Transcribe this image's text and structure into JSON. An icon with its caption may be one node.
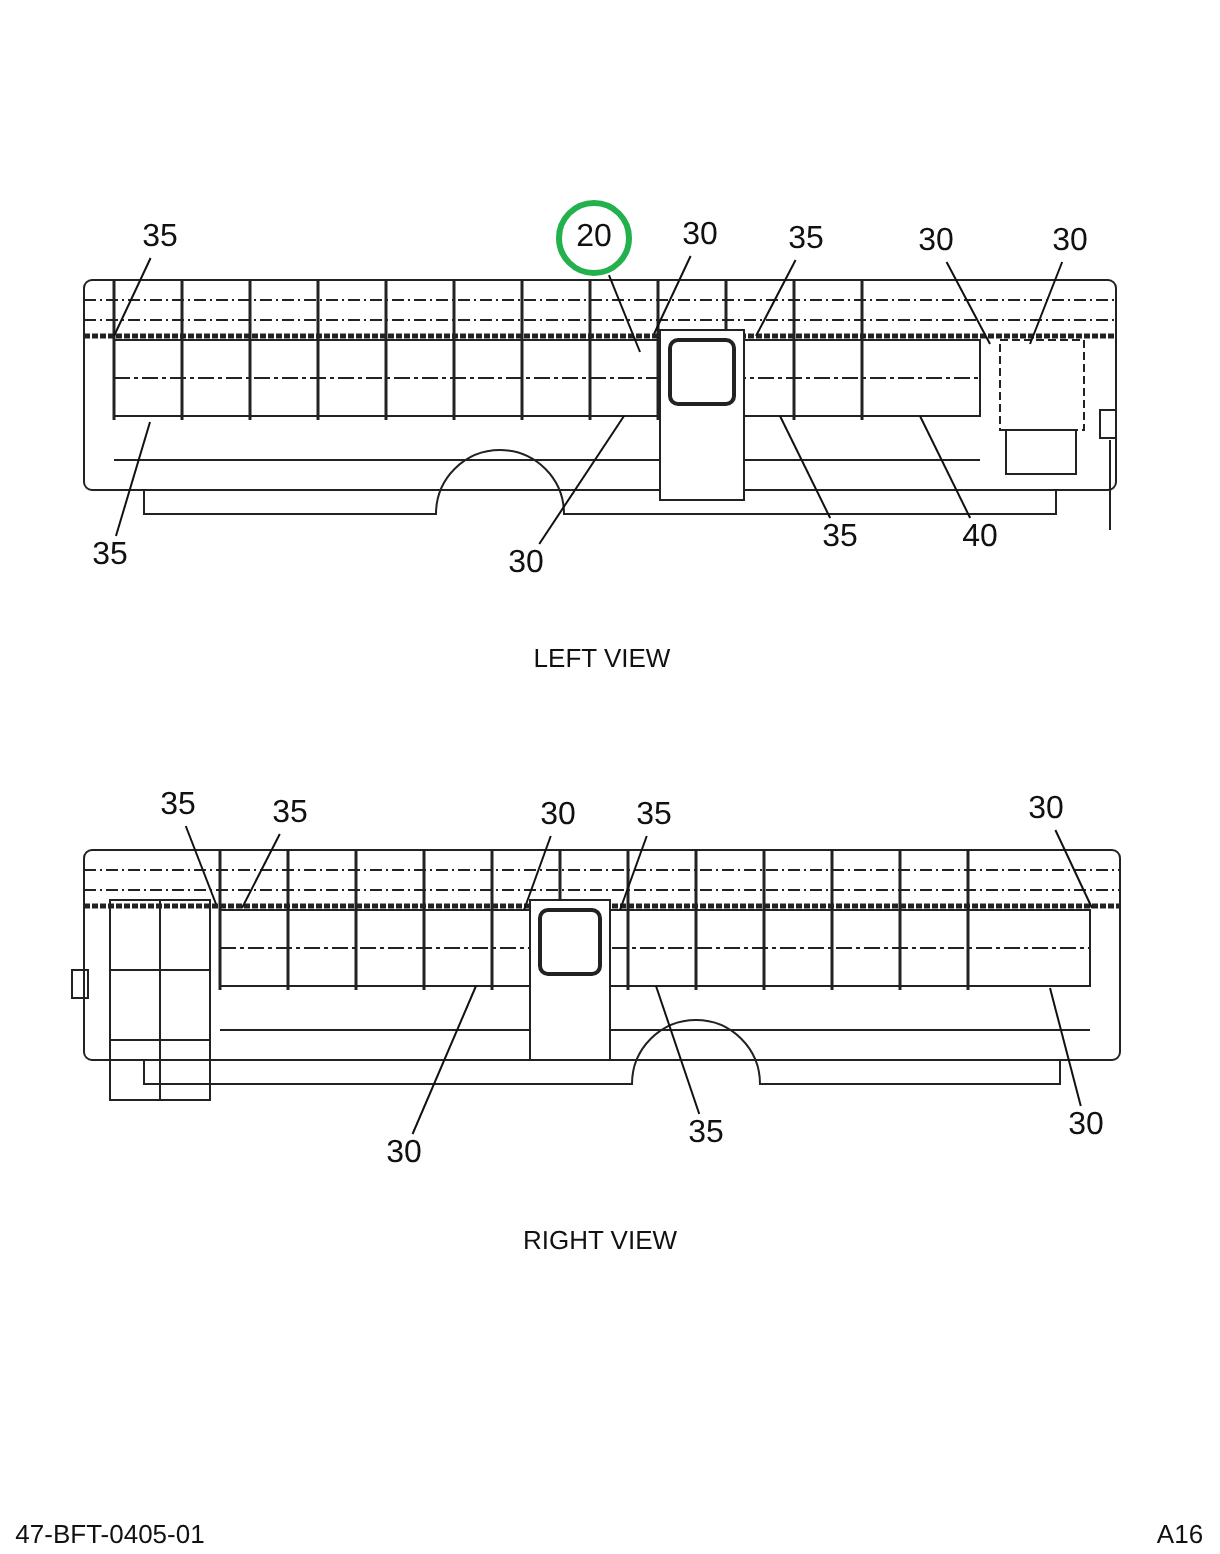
{
  "diagram": {
    "nodes": [
      {
        "text": [
          "35"
        ]
      },
      {
        "text": [
          "20"
        ]
      },
      {
        "text": [
          "30"
        ]
      },
      {
        "text": [
          "35"
        ]
      },
      {
        "text": [
          "30"
        ]
      },
      {
        "text": [
          "30"
        ]
      },
      {
        "text": [
          "35"
        ]
      },
      {
        "text": [
          "30"
        ]
      },
      {
        "text": [
          "35"
        ]
      },
      {
        "text": [
          "40"
        ]
      },
      {
        "text": [
          "35"
        ]
      },
      {
        "text": [
          "35"
        ]
      },
      {
        "text": [
          "30"
        ]
      },
      {
        "text": [
          "35"
        ]
      },
      {
        "text": [
          "30"
        ]
      },
      {
        "text": [
          "30"
        ]
      },
      {
        "text": [
          "35"
        ]
      },
      {
        "text": [
          "30"
        ]
      }
    ],
    "edges": [
      {
        "from": 0,
        "to": null,
        "arrow": "none"
      },
      {
        "from": 1,
        "to": null,
        "arrow": "none"
      },
      {
        "from": 2,
        "to": null,
        "arrow": "none"
      },
      {
        "from": 3,
        "to": null,
        "arrow": "none"
      },
      {
        "from": 4,
        "to": null,
        "arrow": "none"
      },
      {
        "from": 5,
        "to": null,
        "arrow": "none"
      },
      {
        "from": 6,
        "to": null,
        "arrow": "none"
      },
      {
        "from": 7,
        "to": null,
        "arrow": "none"
      },
      {
        "from": 8,
        "to": null,
        "arrow": "none"
      },
      {
        "from": 9,
        "to": null,
        "arrow": "none"
      },
      {
        "from": 10,
        "to": null,
        "arrow": "none"
      },
      {
        "from": 11,
        "to": null,
        "arrow": "none"
      },
      {
        "from": 12,
        "to": null,
        "arrow": "none"
      },
      {
        "from": 13,
        "to": null,
        "arrow": "none"
      },
      {
        "from": 14,
        "to": null,
        "arrow": "none"
      },
      {
        "from": 15,
        "to": null,
        "arrow": "none"
      },
      {
        "from": 16,
        "to": null,
        "arrow": "none"
      },
      {
        "from": 17,
        "to": null,
        "arrow": "none"
      }
    ],
    "labels": [
      "LEFT VIEW",
      "RIGHT VIEW",
      "47-BFT-0405-01",
      "A16"
    ]
  }
}
